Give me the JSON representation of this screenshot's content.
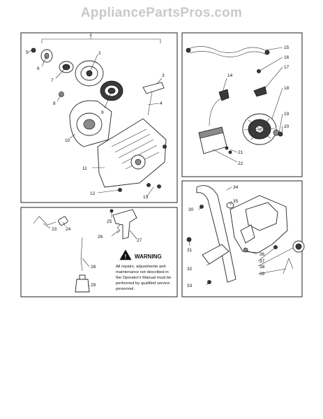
{
  "watermark": "AppliancePartsPros.com",
  "labels": {
    "p1": "1",
    "p2": "2",
    "p3": "3",
    "p4": "4",
    "p5": "5",
    "p6": "6",
    "p7": "7",
    "p8": "8",
    "p9": "9",
    "p10": "10",
    "p11": "11",
    "p12": "12",
    "p13": "13",
    "p14": "14",
    "p15": "15",
    "p16": "16",
    "p17": "17",
    "p18": "18",
    "p19": "19",
    "p20": "20",
    "p21": "21",
    "p22": "22",
    "p23": "23",
    "p24": "24",
    "p25": "25",
    "p26": "26",
    "p27": "27",
    "p28": "28",
    "p29": "29",
    "p30": "30",
    "p31": "31",
    "p32": "32",
    "p33": "33",
    "p34": "34",
    "p35": "35",
    "p36": "36",
    "p37": "37",
    "p38": "38",
    "p39": "39"
  },
  "warning": {
    "title": "WARNING",
    "line1": "All repairs, adjustments and",
    "line2": "maintenance not described in",
    "line3": "the Operator's Manual must be",
    "line4": "performed by qualified service",
    "line5": "personnel."
  }
}
